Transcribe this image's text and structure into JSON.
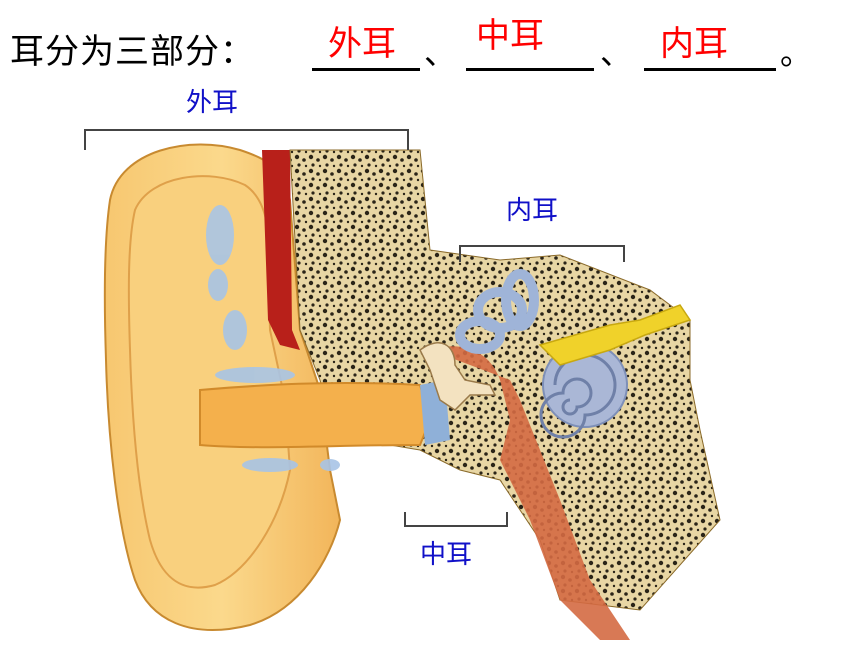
{
  "question": {
    "prompt": "耳分为三部分：",
    "answers": [
      "外耳",
      "中耳",
      "内耳"
    ],
    "separator": "、",
    "end": "。"
  },
  "diagram": {
    "labels": {
      "outer": "外耳",
      "inner": "内耳",
      "middle": "中耳"
    }
  }
}
